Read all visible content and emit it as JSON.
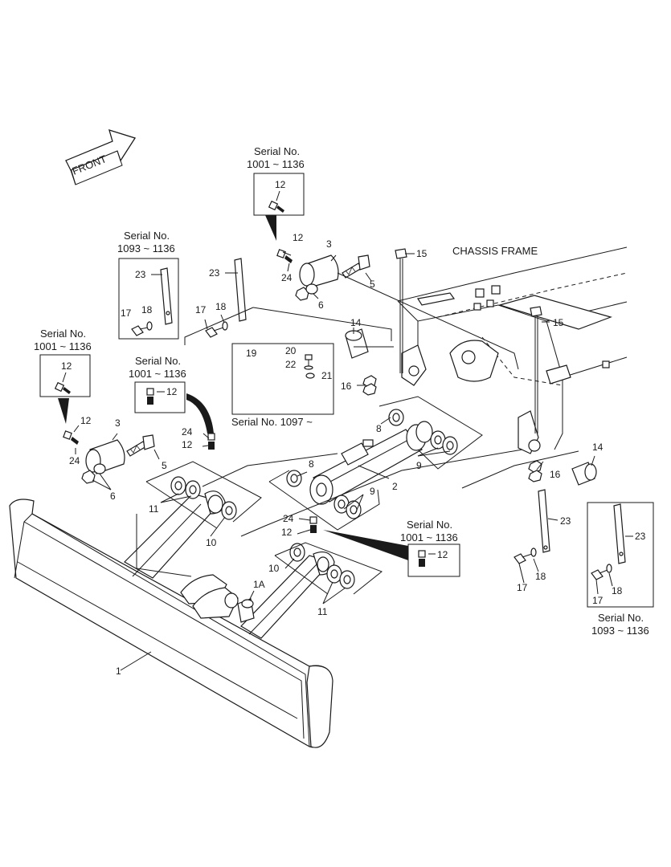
{
  "arrow": {
    "text": "FRONT"
  },
  "chassis": {
    "text": "CHASSIS FRAME"
  },
  "captions": {
    "serial_top_line1": "Serial No.",
    "serial_top_line2": "1001 ~ 1136",
    "serial_left_upper_line1": "Serial No.",
    "serial_left_upper_line2": "1093 ~ 1136",
    "serial_left_mid_line1": "Serial No.",
    "serial_left_mid_line2": "1001 ~ 1136",
    "serial_left_center_line1": "Serial No.",
    "serial_left_center_line2": "1001 ~ 1136",
    "serial_1097": "Serial No. 1097 ~",
    "serial_center_right_line1": "Serial No.",
    "serial_center_right_line2": "1001 ~ 1136",
    "serial_right_bottom_line1": "Serial No.",
    "serial_right_bottom_line2": "1093 ~ 1136"
  },
  "labels": {
    "p1": "1",
    "p1a": "1A",
    "p2": "2",
    "p3a": "3",
    "p3b": "3",
    "p5a": "5",
    "p5b": "5",
    "p6a": "6",
    "p6b": "6",
    "p8a": "8",
    "p8b": "8",
    "p9a": "9",
    "p9b": "9",
    "p10a": "10",
    "p10b": "10",
    "p11a": "11",
    "p11b": "11",
    "p12_topbox": "12",
    "p12_top": "12",
    "p12_leftbox": "12",
    "p12_left": "12",
    "p12_midbox": "12",
    "p12_mid": "12",
    "p12_center": "12",
    "p12_centerbox": "12",
    "p14a": "14",
    "p14b": "14",
    "p15a": "15",
    "p15b": "15",
    "p16a": "16",
    "p16b": "16",
    "p17a": "17",
    "p17b": "17",
    "p17c": "17",
    "p17d": "17",
    "p18a": "18",
    "p18b": "18",
    "p18c": "18",
    "p18d": "18",
    "p19": "19",
    "p20": "20",
    "p21": "21",
    "p22": "22",
    "p23a": "23",
    "p23b": "23",
    "p23c": "23",
    "p23d": "23",
    "p24a": "24",
    "p24b": "24",
    "p24c": "24",
    "p24d": "24"
  }
}
